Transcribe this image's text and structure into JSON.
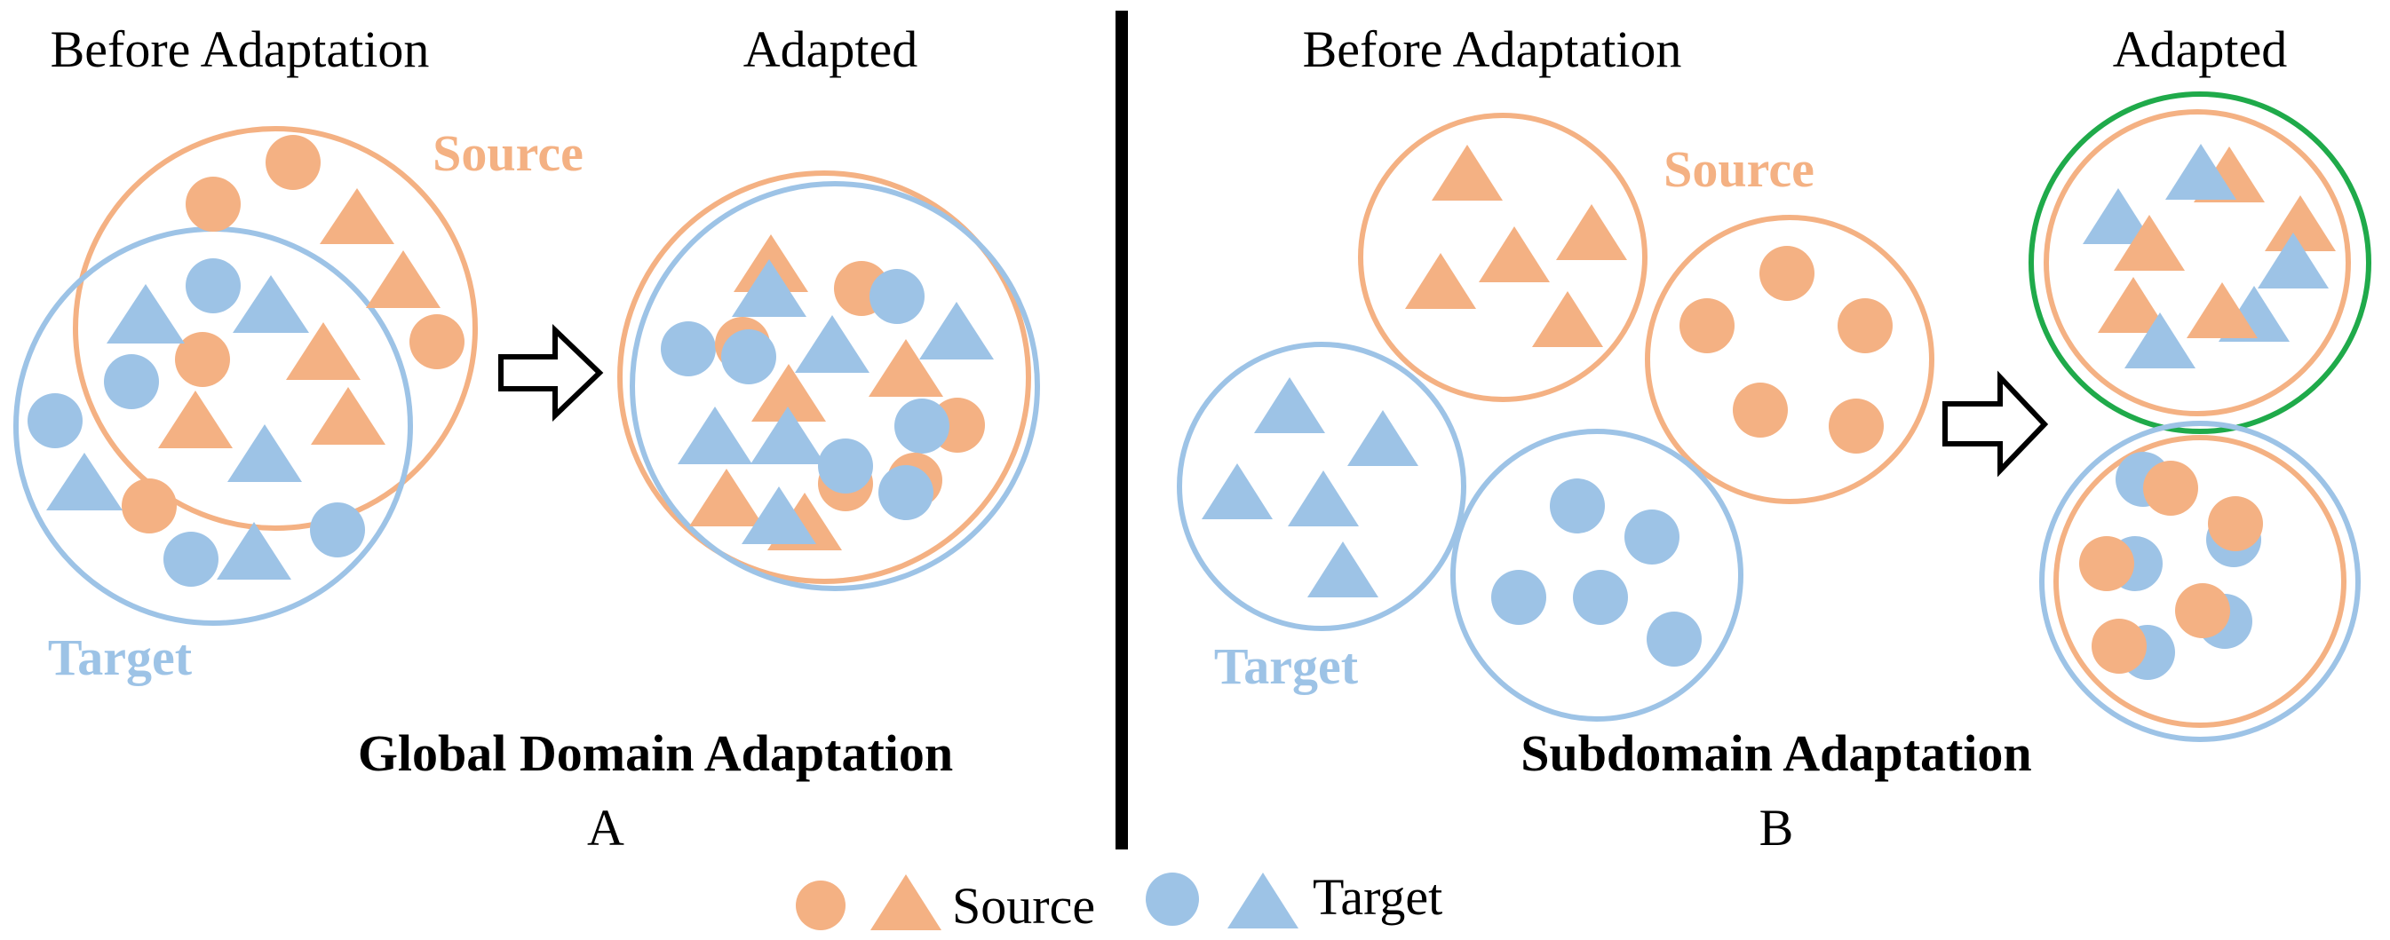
{
  "colors": {
    "source": "#f4b183",
    "source_label": "#f4b183",
    "target": "#9dc3e6",
    "target_label": "#9dc3e6",
    "adapted_highlight": "#1faa4a",
    "text": "#000000"
  },
  "panel_a": {
    "before_title": "Before Adaptation",
    "after_title": "Adapted",
    "source_label": "Source",
    "target_label": "Target",
    "caption": "Global Domain Adaptation",
    "letter": "A"
  },
  "panel_b": {
    "before_title": "Before Adaptation",
    "after_title": "Adapted",
    "source_label": "Source",
    "target_label": "Target",
    "caption": "Subdomain Adaptation",
    "letter": "B"
  },
  "legend": {
    "source_label": "Source",
    "target_label": "Target"
  },
  "icons": [
    "circle-marker",
    "triangle-marker",
    "arrow-right-icon"
  ]
}
